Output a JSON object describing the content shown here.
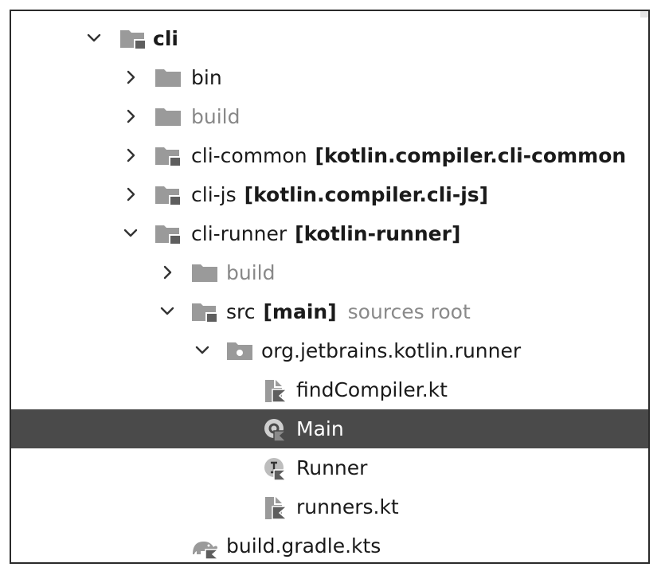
{
  "tree": {
    "root": {
      "label": "cli",
      "expanded": true,
      "icon": "module-folder-icon"
    },
    "items": [
      {
        "label": "bin",
        "expanded": false,
        "icon": "folder-icon"
      },
      {
        "label": "build",
        "expanded": false,
        "icon": "folder-icon",
        "muted": true
      },
      {
        "label": "cli-common",
        "module": "[kotlin.compiler.cli-common",
        "expanded": false,
        "icon": "module-folder-icon"
      },
      {
        "label": "cli-js",
        "module": "[kotlin.compiler.cli-js]",
        "expanded": false,
        "icon": "module-folder-icon"
      },
      {
        "label": "cli-runner",
        "module": "[kotlin-runner]",
        "expanded": true,
        "icon": "module-folder-icon"
      },
      {
        "label": "build",
        "expanded": false,
        "icon": "folder-icon",
        "muted": true
      },
      {
        "label": "src",
        "module": "[main]",
        "hint": "sources root",
        "expanded": true,
        "icon": "source-root-icon"
      },
      {
        "label": "org.jetbrains.kotlin.runner",
        "expanded": true,
        "icon": "package-icon"
      },
      {
        "label": "findCompiler.kt",
        "icon": "kotlin-file-icon"
      },
      {
        "label": "Main",
        "icon": "kotlin-object-icon",
        "selected": true
      },
      {
        "label": "Runner",
        "icon": "kotlin-interface-icon"
      },
      {
        "label": "runners.kt",
        "icon": "kotlin-file-icon"
      },
      {
        "label": "build.gradle.kts",
        "icon": "gradle-elephant-icon"
      }
    ]
  },
  "colors": {
    "selection": "#4a4a4a",
    "folder": "#9a9a9a",
    "muted_text": "#888888"
  }
}
